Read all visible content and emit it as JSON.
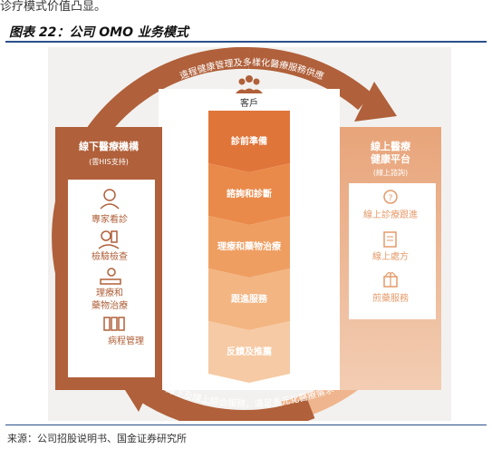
{
  "top_text": "诊疗模式价值凸显。",
  "figure_title": "图表 22：公司 OMO 业务模式",
  "source": "来源：公司招股说明书、国金证券研究所",
  "colors": {
    "brown": "#b0603a",
    "orange": "#e98c48",
    "light": "#f2c6a5",
    "rule": "#2b4f8a"
  },
  "diagram": {
    "top_arc_text": "遠程健康管理及多樣化醫療服務供應",
    "bottom_arc_text": "線下及線上綜合服務，滿足多元化醫療需求",
    "customer_label": "客戶",
    "left_panel": {
      "title": "線下醫療機構",
      "subtitle": "(雲HIS支持)",
      "items": [
        {
          "label": "專家看診",
          "icon": "doctor-icon"
        },
        {
          "label": "檢驗檢查",
          "icon": "lab-test-icon"
        },
        {
          "label": "理療和",
          "label2": "藥物治療",
          "icon": "physiotherapy-icon"
        },
        {
          "label": "病程管理",
          "icon": "records-icon"
        }
      ]
    },
    "right_panel": {
      "title": "線上醫療",
      "title2": "健康平台",
      "subtitle": "(線上諮詢)",
      "items": [
        {
          "label": "線上診療跟進",
          "icon": "question-icon"
        },
        {
          "label": "線上處方",
          "icon": "prescription-icon"
        },
        {
          "label": "煎藥服務",
          "icon": "gift-box-icon"
        }
      ]
    },
    "stages": [
      "診前準備",
      "諮詢和診斷",
      "理療和藥物治療",
      "跟進服務",
      "反饋及推薦"
    ]
  }
}
